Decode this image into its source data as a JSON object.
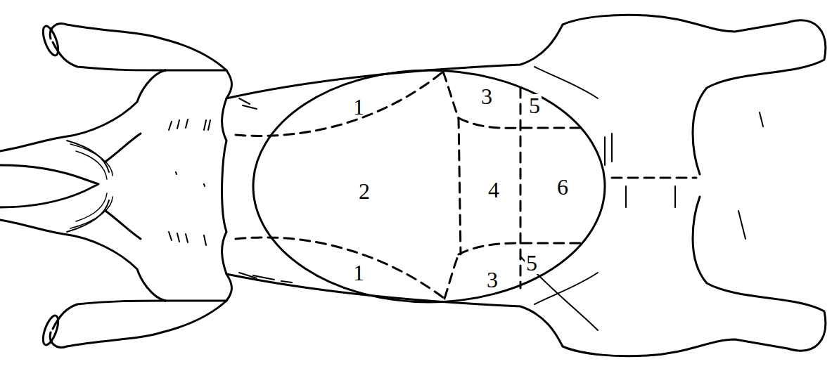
{
  "diagram": {
    "labels": [
      "1",
      "2",
      "1",
      "3",
      "5",
      "4",
      "6",
      "3",
      "5"
    ]
  }
}
